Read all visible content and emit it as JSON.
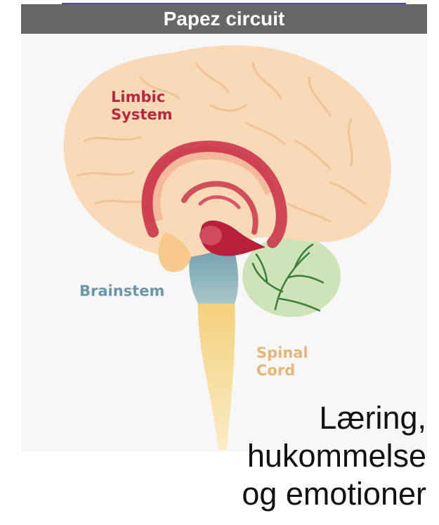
{
  "header": {
    "title": "Papez circuit"
  },
  "diagram": {
    "labels": {
      "limbic": "Limbic\nSystem",
      "brainstem": "Brainstem",
      "spinal": "Spinal\nCord"
    },
    "colors": {
      "title_bar": "#666666",
      "brain": "#f9d9b6",
      "brain_folds": "#eec39b",
      "limbic": "#c82b45",
      "brainstem": "#7aa8b8",
      "spinal_cord": "#f2d27f",
      "cerebellum": "#cfe3b8",
      "cerebellum_veins": "#3a7d3a"
    }
  },
  "caption": {
    "line1": "Læring,",
    "line2": "hukommelse",
    "line3": "og emotioner"
  }
}
